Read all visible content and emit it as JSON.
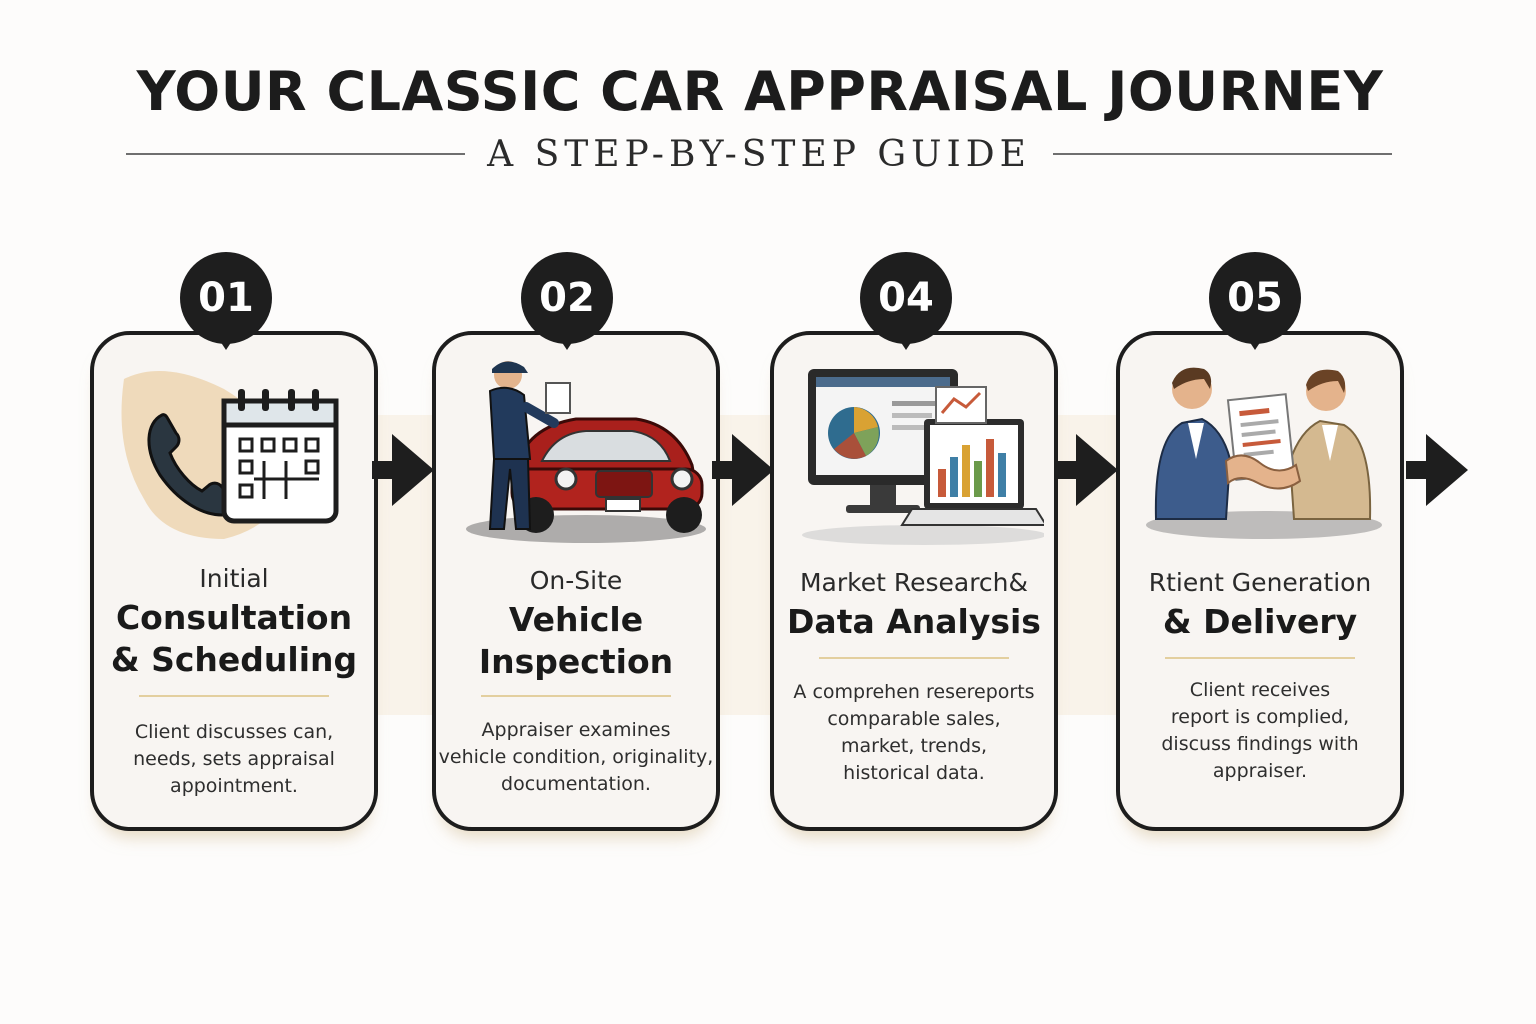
{
  "header": {
    "title": "YOUR CLASSIC CAR APPRAISAL JOURNEY",
    "subtitle": "A STEP-BY-STEP GUIDE"
  },
  "colors": {
    "dark": "#1e1e1e",
    "card_bg": "#f8f5f2",
    "accent_gold": "#e3cf9f",
    "band": "#f6efe2"
  },
  "steps": [
    {
      "number": "01",
      "icon": "phone-calendar-icon",
      "title_light": "Initial",
      "title_bold_1": "Consultation",
      "title_bold_2": "& Scheduling",
      "desc": [
        "Client discusses can,",
        "needs, sets appraisal",
        "appointment."
      ]
    },
    {
      "number": "02",
      "icon": "mechanic-car-icon",
      "title_light": "On-Site",
      "title_bold_1": "Vehicle",
      "title_bold_2": "Inspection",
      "desc": [
        "Appraiser examines",
        "vehicle condition, originality,",
        "documentation."
      ]
    },
    {
      "number": "04",
      "icon": "computer-charts-icon",
      "title_light": "Market Research&",
      "title_bold_1": "Data Analysis",
      "desc": [
        "A comprehen resereports",
        "comparable sales,",
        "market, trends,",
        "historical data."
      ]
    },
    {
      "number": "05",
      "icon": "handshake-report-icon",
      "title_light": "Rtient Generation",
      "title_bold_1": "& Delivery",
      "desc": [
        "Client receives",
        "report is complied,",
        "discuss findings with",
        "appraiser."
      ]
    }
  ]
}
